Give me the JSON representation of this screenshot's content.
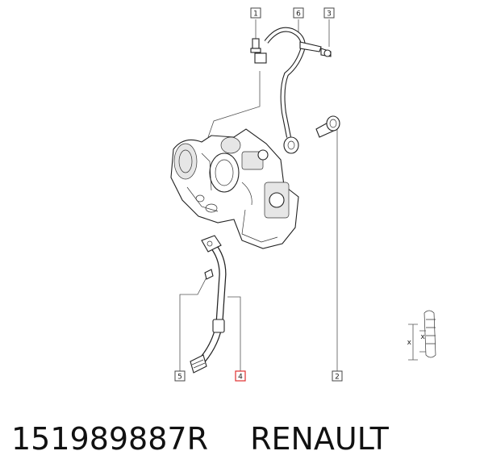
{
  "callouts": [
    {
      "id": "c1",
      "label": "1",
      "highlight": false
    },
    {
      "id": "c6",
      "label": "6",
      "highlight": false
    },
    {
      "id": "c3",
      "label": "3",
      "highlight": false
    },
    {
      "id": "c5",
      "label": "5",
      "highlight": false
    },
    {
      "id": "c4",
      "label": "4",
      "highlight": true
    },
    {
      "id": "c2",
      "label": "2",
      "highlight": false
    }
  ],
  "inset_labels": [
    "x",
    "x"
  ],
  "caption": {
    "part_number": "151989887R",
    "brand": "RENAULT"
  },
  "colors": {
    "highlight": "#e03030",
    "lines": "#222222"
  }
}
